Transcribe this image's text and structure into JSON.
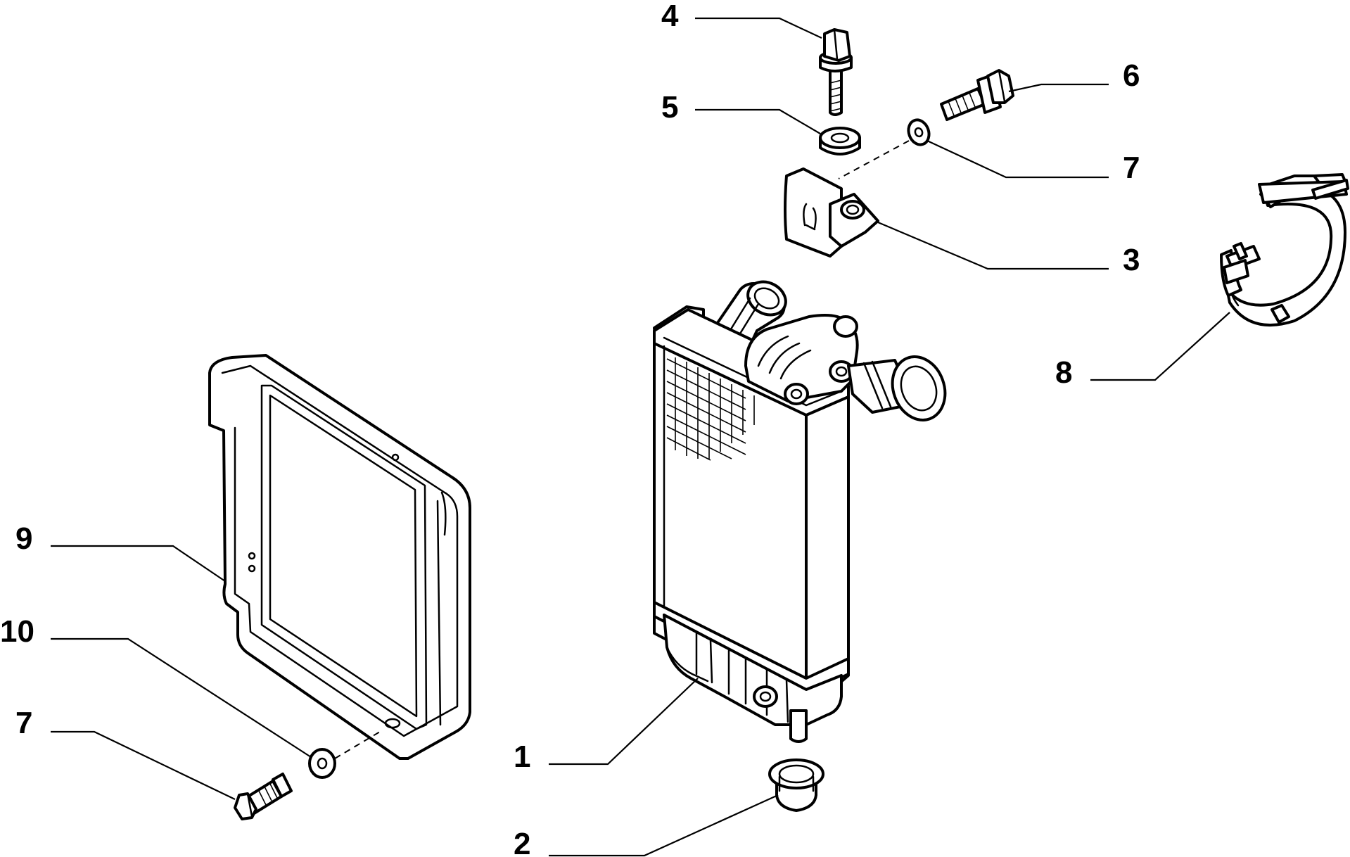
{
  "diagram": {
    "callouts": [
      {
        "id": "1",
        "label": "1",
        "part": "intercooler"
      },
      {
        "id": "2",
        "label": "2",
        "part": "drain-plug"
      },
      {
        "id": "3",
        "label": "3",
        "part": "mounting-bracket"
      },
      {
        "id": "4",
        "label": "4",
        "part": "flange-bolt"
      },
      {
        "id": "5",
        "label": "5",
        "part": "washer"
      },
      {
        "id": "6",
        "label": "6",
        "part": "screw"
      },
      {
        "id": "7a",
        "label": "7",
        "part": "small-washer"
      },
      {
        "id": "7b",
        "label": "7",
        "part": "bolt"
      },
      {
        "id": "8",
        "label": "8",
        "part": "hose-clamp"
      },
      {
        "id": "9",
        "label": "9",
        "part": "air-deflector-frame"
      },
      {
        "id": "10",
        "label": "10",
        "part": "washer"
      }
    ]
  }
}
